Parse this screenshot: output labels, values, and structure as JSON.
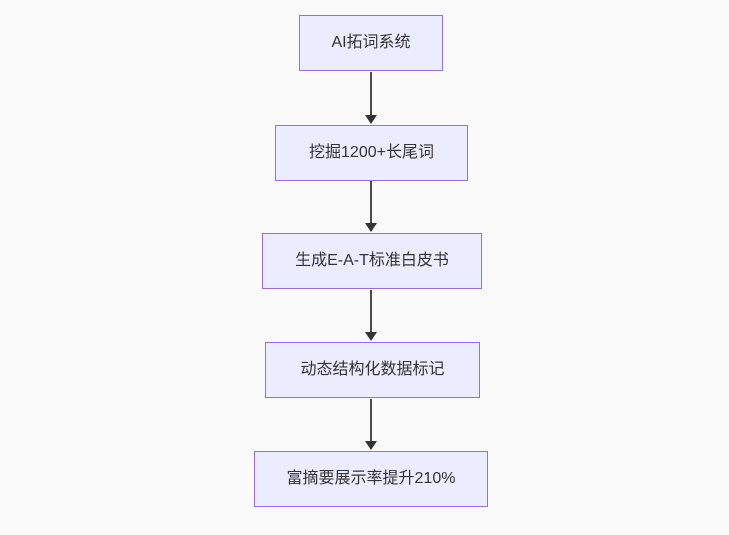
{
  "diagram": {
    "type": "flowchart",
    "direction": "top-down",
    "nodes": [
      {
        "id": "step-1",
        "label": "AI拓词系统"
      },
      {
        "id": "step-2",
        "label": "挖掘1200+长尾词"
      },
      {
        "id": "step-3",
        "label": "生成E-A-T标准白皮书"
      },
      {
        "id": "step-4",
        "label": "动态结构化数据标记"
      },
      {
        "id": "step-5",
        "label": "富摘要展示率提升210%"
      }
    ],
    "edges": [
      {
        "from": "step-1",
        "to": "step-2"
      },
      {
        "from": "step-2",
        "to": "step-3"
      },
      {
        "from": "step-3",
        "to": "step-4"
      },
      {
        "from": "step-4",
        "to": "step-5"
      }
    ],
    "colors": {
      "background": "#f9f9f9",
      "node_fill": "#ECECFF",
      "node_border": "#9370DB",
      "node_text": "#333333",
      "arrow": "#333333"
    }
  }
}
